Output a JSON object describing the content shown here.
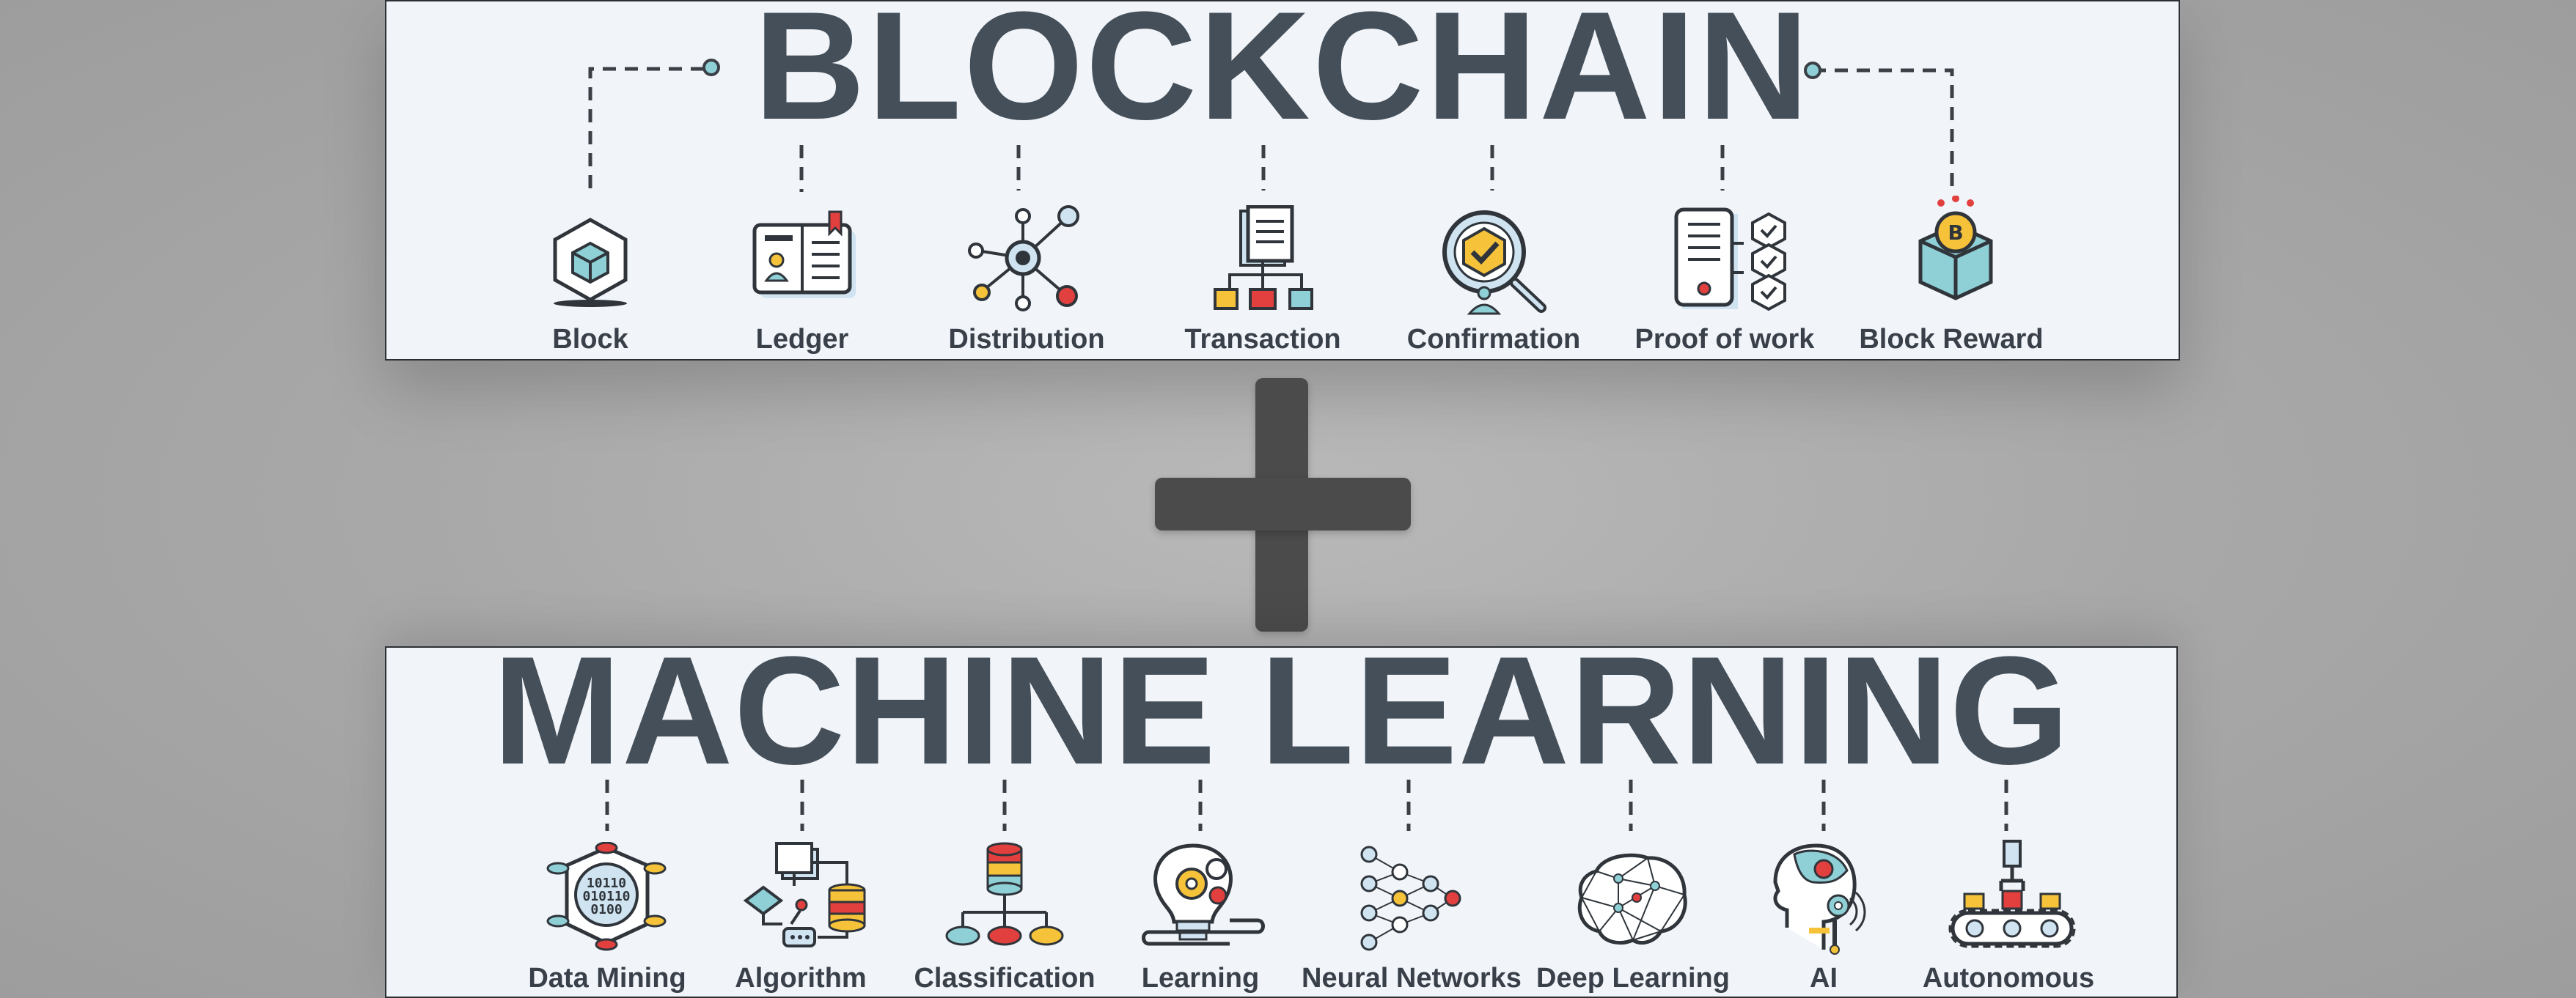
{
  "blockchain": {
    "title": "BLOCKCHAIN",
    "items": [
      {
        "label": "Block",
        "icon": "cube-icon"
      },
      {
        "label": "Ledger",
        "icon": "ledger-book-icon"
      },
      {
        "label": "Distribution",
        "icon": "network-nodes-icon"
      },
      {
        "label": "Transaction",
        "icon": "document-flow-icon"
      },
      {
        "label": "Confirmation",
        "icon": "magnifier-check-icon"
      },
      {
        "label": "Proof of work",
        "icon": "server-blocks-icon"
      },
      {
        "label": "Block Reward",
        "icon": "coin-box-icon"
      }
    ]
  },
  "machine_learning": {
    "title": "MACHINE LEARNING",
    "items": [
      {
        "label": "Data Mining",
        "icon": "binary-octagon-icon"
      },
      {
        "label": "Algorithm",
        "icon": "flowchart-icon"
      },
      {
        "label": "Classification",
        "icon": "database-tree-icon"
      },
      {
        "label": "Learning",
        "icon": "lightbulb-gears-icon"
      },
      {
        "label": "Neural Networks",
        "icon": "neural-network-icon"
      },
      {
        "label": "Deep Learning",
        "icon": "brain-mesh-icon"
      },
      {
        "label": "AI",
        "icon": "robot-head-icon"
      },
      {
        "label": "Autonomous",
        "icon": "conveyor-arm-icon"
      }
    ],
    "binary_text": [
      "10110",
      "010110",
      "0100"
    ]
  },
  "colors": {
    "title": "#454f59",
    "outline": "#2f353b",
    "teal": "#8fcfd6",
    "blue_light": "#cfe3f0",
    "yellow": "#f5c23a",
    "red": "#e2403f",
    "plus": "#4b4b4b"
  }
}
